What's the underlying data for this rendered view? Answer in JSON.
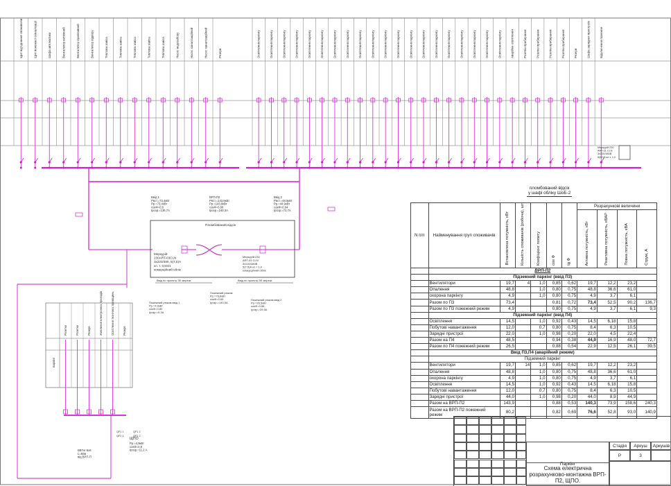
{
  "header_columns": {
    "left_group": [
      "Щит від'єднання споживачів",
      "Щит пожежної сигналізації",
      "Шафа автоматики",
      "Вентилятор витяжний",
      "Вентилятор припливний",
      "Вентилятор підпору",
      "Теплова завіса",
      "Теплова завіса",
      "Теплова завіса",
      "Теплова завіса",
      "Теплова завіса",
      "Насос водозабору",
      "Насос каналізаційний",
      "Насос каналізаційний",
      "Резерв"
    ],
    "right_group": [
      "Освітлення паркінгу",
      "Освітлення паркінгу",
      "Освітлення паркінгу",
      "Освітлення паркінгу",
      "Освітлення паркінгу",
      "Освітлення паркінгу",
      "Освітлення паркінгу",
      "Освітлення паркінгу",
      "Освітлення паркінгу",
      "Освітлення паркінгу",
      "Освітлення паркінгу",
      "Освітлення паркінгу",
      "Освітлення паркінгу",
      "Освітлення паркінгу",
      "Освітлення паркінгу",
      "Освітлення паркінгу",
      "Освітлення паркінгу",
      "Освітлення паркінгу",
      "Освітлення паркінгу",
      "Освітлення паркінгу",
      "Аварійне освітлення",
      "Розетки прибирання",
      "Розетки прибирання",
      "Розетки прибирання",
      "Розетки прибирання",
      "Резерв",
      "Шафа зарядних пристроїв",
      "Відключення пожежне"
    ]
  },
  "schematic": {
    "bus_labels_left": [
      "Ввід 1",
      "Рвст.=73,4кВт",
      "Рр.=73,4кВт",
      "cosФ=0,8",
      "Ірозр.=136,7А"
    ],
    "bus_labels_mid": [
      "ВРП-П2",
      "Рвст.=143,9кВт",
      "Рр.=143,9кВт",
      "cosФ=0,88",
      "Ірозр.=240,3А"
    ],
    "bus_labels_right": [
      "Ввід 2",
      "Рвст.=48,5кВт",
      "Рр.=44,9кВт",
      "cosФ=0,94",
      "Ірозр.=72,7А"
    ],
    "sealed_section": "Пломбований відсік",
    "meter_left": [
      "Меркурій",
      "230ART-03CLN",
      "3x220/380, 5(7,5)А",
      "кл. т. 0,5S/1",
      "комерційний облік"
    ],
    "meter_right": [
      "Меркурій 230",
      "ART-03 CLN",
      "3x220/380В",
      "5(7,5)А кл.т 1,0",
      "комерційний облік"
    ],
    "meter_top": [
      "Меркурій 230",
      "ART-01 CLN",
      "3x220/380В",
      "5(60)А кл.т. 1,0"
    ],
    "cable_note_left": "Ввід по проекту ЗЕ мережі",
    "cable_note_right": "Ввід по проекту ЗЕ мережі",
    "fire_mode_left": [
      "Пожежний режим ввід 1",
      "Рр.=4,9кВт",
      "cosФ=0,80",
      "Ірозр.=9,3А"
    ],
    "fire_mode_mid": [
      "Пожежний режим",
      "Рр.=76,6кВт",
      "cosФ=0,69",
      "Ірозр.=140,9А"
    ],
    "fire_mode_right": [
      "Пожежний режим ввід 2",
      "Рр.=26,5кВт",
      "cosФ=0,88",
      "Ірозр.=39,5А"
    ],
    "stamp_lines": [
      "пломбований відсік",
      "у шафі обліку ШоБ-2"
    ],
    "small_panel_columns": [
      "Розетки",
      "Розетки",
      "Резерв",
      "Живлення електронних приладів",
      "Освітлення технічних приміщень",
      "Резерв"
    ],
    "small_panel_label": "паркінг",
    "small_panel_name": "ЩПО",
    "small_panel_params": [
      "Рр.=4,9кВт",
      "cosФ=0,8",
      "Ірозр.=11,2 А"
    ],
    "small_panel_feed": [
      "ВВГнг-5х6",
      "L=50м",
      "від ВРП-П"
    ],
    "breaker_labels": [
      "QF1 1",
      "QF1 2",
      "QF2 1",
      "QF2 2"
    ]
  },
  "table": {
    "group_header": "Розрахункові величини",
    "col_headers": [
      "N п/п",
      "Найменування груп споживачів",
      "Встановлена потужність, кВт",
      "Кількість споживачів (робоча), шт",
      "Коефіцієнт попиту",
      "cos Ф",
      "tg Ф",
      "Активна потужність, кВт",
      "Реактивна потужність, кВАР",
      "Повна потужність, кВА",
      "Струм, А"
    ],
    "rows": [
      {
        "kind": "section",
        "cells": [
          "ВРП-П2"
        ]
      },
      {
        "kind": "section",
        "cells": [
          "Підземний паркінг (ввід П3)"
        ]
      },
      {
        "kind": "data",
        "cells": [
          "",
          "Вентилятори",
          "19,7",
          "4",
          "1,0",
          "0,85",
          "0,62",
          "19,7",
          "12,2",
          "23,2",
          ""
        ]
      },
      {
        "kind": "data",
        "cells": [
          "",
          "Опалення",
          "48,8",
          "",
          "1,0",
          "0,80",
          "0,75",
          "48,8",
          "36,6",
          "61,0",
          ""
        ]
      },
      {
        "kind": "data",
        "cells": [
          "",
          "охорона паркінгу",
          "4,9",
          "",
          "1,0",
          "0,80",
          "0,75",
          "4,9",
          "3,7",
          "6,1",
          ""
        ]
      },
      {
        "kind": "total",
        "cells": [
          "",
          "Разом по П3",
          "73,4",
          "",
          "",
          "0,81",
          "0,72",
          "73,4",
          "52,5",
          "90,2",
          "136,7"
        ]
      },
      {
        "kind": "data",
        "cells": [
          "",
          "Разом по П3  пожежний режим",
          "4,9",
          "",
          "",
          "0,80",
          "0,75",
          "4,9",
          "3,7",
          "6,1",
          "9,3"
        ]
      },
      {
        "kind": "section",
        "cells": [
          "Підземний паркінг (ввід П4)"
        ]
      },
      {
        "kind": "data",
        "cells": [
          "",
          "Освітлення",
          "14,5",
          "",
          "1,0",
          "0,92",
          "0,43",
          "14,5",
          "6,18",
          "15,8",
          ""
        ]
      },
      {
        "kind": "data",
        "cells": [
          "",
          "Побутові навантаження",
          "12,0",
          "",
          "0,7",
          "0,80",
          "0,75",
          "8,4",
          "6,3",
          "10,5",
          ""
        ]
      },
      {
        "kind": "data",
        "cells": [
          "",
          "Зарядні пристрої",
          "22,0",
          "",
          "1,0",
          "0,98",
          "0,20",
          "22,0",
          "4,5",
          "22,4",
          ""
        ]
      },
      {
        "kind": "total",
        "cells": [
          "",
          "Разом на П4",
          "48,5",
          "",
          "",
          "0,94",
          "0,38",
          "44,9",
          "16,9",
          "48,0",
          "72,7"
        ]
      },
      {
        "kind": "data",
        "cells": [
          "",
          "Разом по П4 пожежний режим",
          "26,5",
          "",
          "",
          "0,88",
          "0,54",
          "22,9",
          "12,5",
          "26,1",
          "39,5"
        ]
      },
      {
        "kind": "section",
        "cells": [
          "Ввід П3,П4 (аварійний режим)"
        ]
      },
      {
        "kind": "sub",
        "cells": [
          "Підземний паркінг"
        ]
      },
      {
        "kind": "data",
        "cells": [
          "",
          "Вентилятори",
          "19,7",
          "14",
          "1,0",
          "0,85",
          "0,62",
          "19,7",
          "12,2",
          "23,2",
          ""
        ]
      },
      {
        "kind": "data",
        "cells": [
          "",
          "Опалення",
          "48,8",
          "",
          "1,0",
          "0,80",
          "0,75",
          "48,8",
          "36,6",
          "61,0",
          ""
        ]
      },
      {
        "kind": "data",
        "cells": [
          "",
          "охорона паркінгу",
          "4,9",
          "",
          "1,0",
          "0,80",
          "0,75",
          "4,9",
          "3,7",
          "6,1",
          ""
        ]
      },
      {
        "kind": "data",
        "cells": [
          "",
          "Освітлення",
          "14,5",
          "",
          "1,0",
          "0,92",
          "0,43",
          "14,5",
          "6,18",
          "15,8",
          ""
        ]
      },
      {
        "kind": "data",
        "cells": [
          "",
          "Побутові навантаження",
          "12,0",
          "",
          "0,7",
          "0,80",
          "0,75",
          "8,4",
          "6,3",
          "10,5",
          ""
        ]
      },
      {
        "kind": "data",
        "cells": [
          "",
          "Зарядні пристрої",
          "44,0",
          "",
          "1,0",
          "0,98",
          "0,20",
          "44,0",
          "8,9",
          "44,9",
          ""
        ]
      },
      {
        "kind": "total",
        "cells": [
          "",
          "Разом на ВРП-П2",
          "143,9",
          "",
          "",
          "0,88",
          "0,53",
          "140,3",
          "73,9",
          "158,6",
          "240,3"
        ]
      },
      {
        "kind": "total2",
        "cells": [
          "",
          "Разом на ВРП-П2 пожежний режим",
          "80,2",
          "",
          "",
          "0,82",
          "0,69",
          "76,6",
          "52,8",
          "93,0",
          "140,9"
        ]
      }
    ]
  },
  "title_block": {
    "top_caption": "Паркінг",
    "drawing_name": "Схема електрична розрахунково-монтажна ВРП-П2, ЩПО.",
    "stage_label": "Стадія",
    "sheet_label": "Аркуш",
    "sheets_label": "Аркушів",
    "stage_value": "Р",
    "sheet_value": "3"
  },
  "colors": {
    "magenta": "#d21ad2",
    "ink": "#333333"
  }
}
